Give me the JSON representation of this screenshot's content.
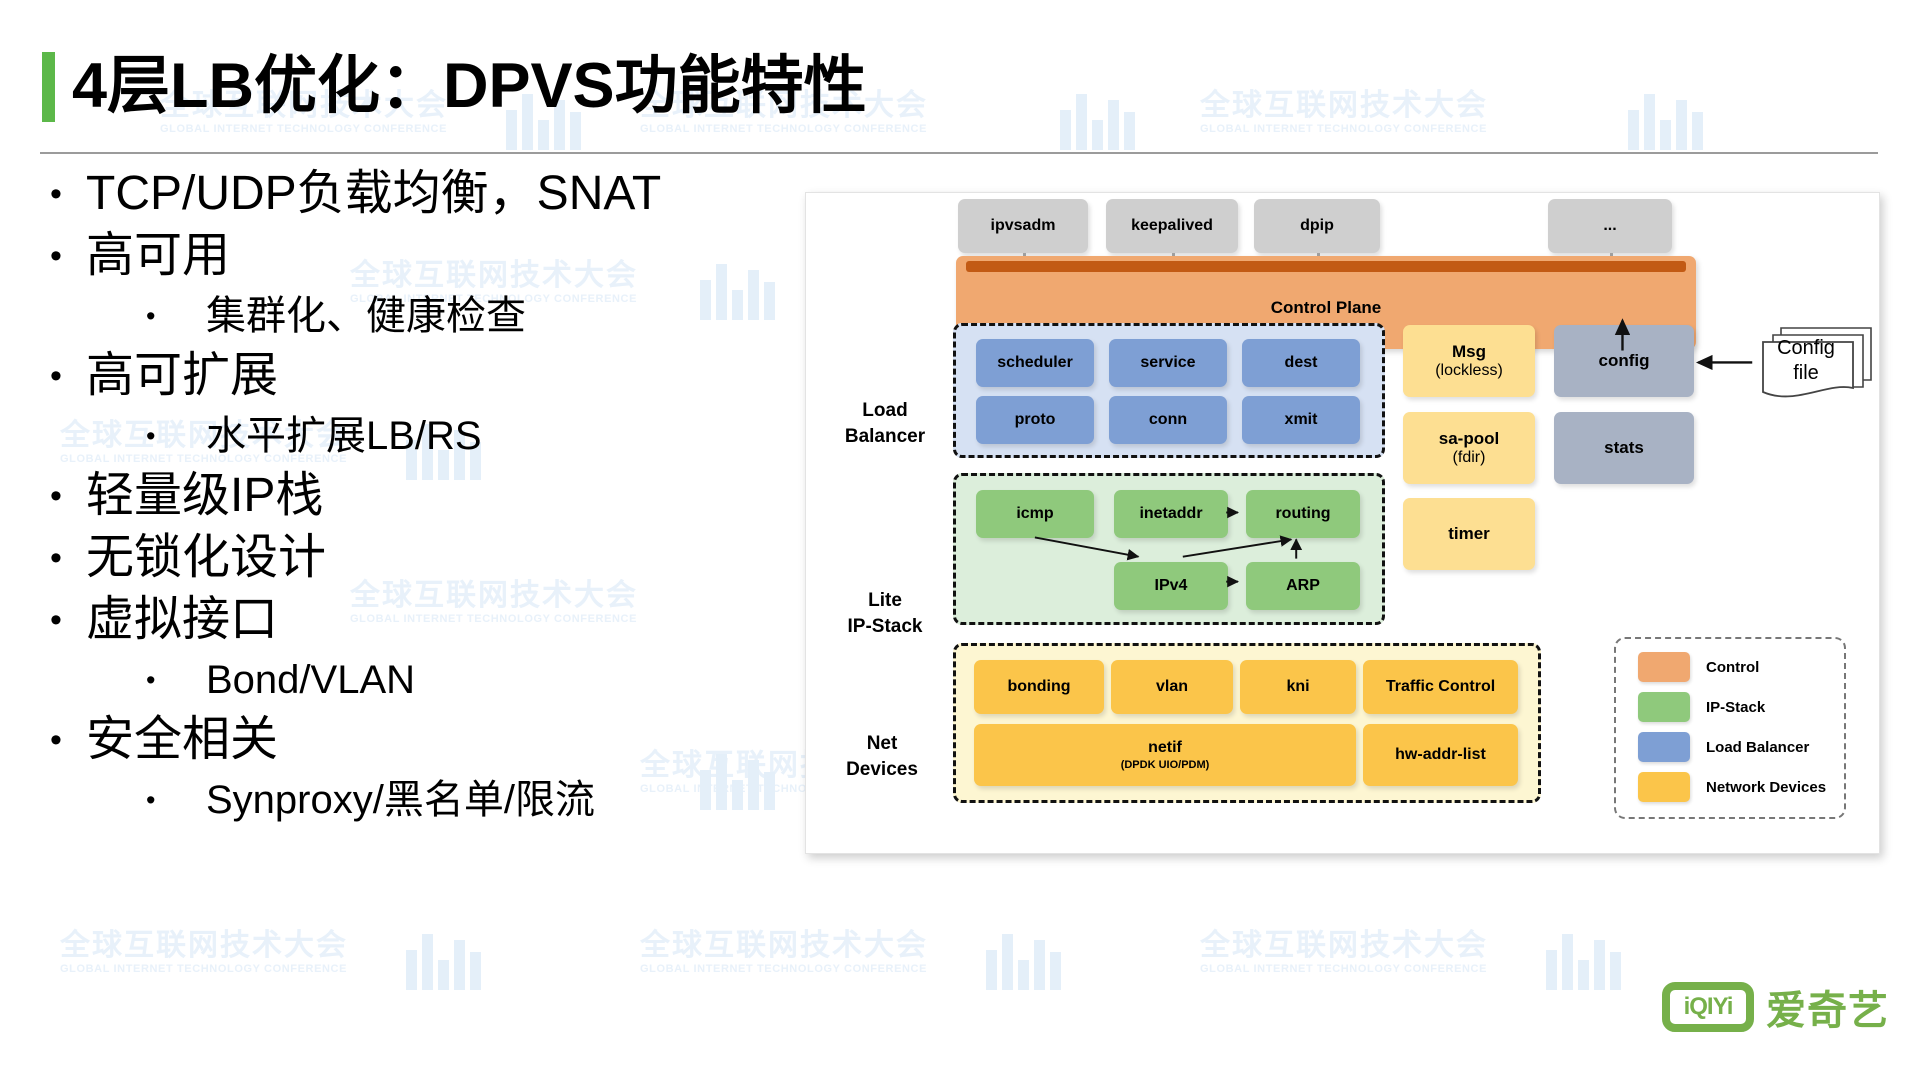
{
  "slide": {
    "title": "4层LB优化：DPVS功能特性",
    "accent_color": "#5cb849",
    "watermark_cn": "全球互联网技术大会",
    "watermark_en": "GLOBAL INTERNET TECHNOLOGY CONFERENCE"
  },
  "bullets": [
    {
      "level": 1,
      "text": "TCP/UDP负载均衡，SNAT"
    },
    {
      "level": 1,
      "text": "高可用"
    },
    {
      "level": 2,
      "text": "集群化、健康检查"
    },
    {
      "level": 1,
      "text": "高可扩展"
    },
    {
      "level": 2,
      "text": "水平扩展LB/RS"
    },
    {
      "level": 1,
      "text": "轻量级IP栈"
    },
    {
      "level": 1,
      "text": "无锁化设计"
    },
    {
      "level": 1,
      "text": "虚拟接口"
    },
    {
      "level": 2,
      "text": "Bond/VLAN"
    },
    {
      "level": 1,
      "text": "安全相关"
    },
    {
      "level": 2,
      "text": "Synproxy/黑名单/限流"
    }
  ],
  "diagram": {
    "tools": [
      "ipvsadm",
      "keepalived",
      "dpip",
      "..."
    ],
    "control_plane": "Control Plane",
    "groups": {
      "load_balancer": {
        "label_line1": "Load",
        "label_line2": "Balancer",
        "boxes": [
          "scheduler",
          "service",
          "dest",
          "proto",
          "conn",
          "xmit"
        ]
      },
      "lite_ip_stack": {
        "label_line1": "Lite",
        "label_line2": "IP-Stack",
        "boxes": [
          "icmp",
          "inetaddr",
          "routing",
          "IPv4",
          "ARP"
        ]
      },
      "net_devices": {
        "label_line1": "Net",
        "label_line2": "Devices",
        "boxes": [
          "bonding",
          "vlan",
          "kni",
          "Traffic Control",
          "hw-addr-list"
        ],
        "netif_name": "netif",
        "netif_sub": "(DPDK UIO/PDM)"
      }
    },
    "side_modules": [
      {
        "name": "Msg",
        "sub": "(lockless)",
        "kind": "yellow"
      },
      {
        "name": "sa-pool",
        "sub": "(fdir)",
        "kind": "yellow"
      },
      {
        "name": "timer",
        "sub": "",
        "kind": "yellow"
      },
      {
        "name": "config",
        "sub": "",
        "kind": "gray"
      },
      {
        "name": "stats",
        "sub": "",
        "kind": "gray"
      }
    ],
    "config_file": {
      "line1": "Config",
      "line2": "file"
    },
    "legend": [
      {
        "label": "Control",
        "color": "#f0a870"
      },
      {
        "label": "IP-Stack",
        "color": "#8fc97c"
      },
      {
        "label": "Load Balancer",
        "color": "#7e9fd4"
      },
      {
        "label": "Network Devices",
        "color": "#fbc54a"
      }
    ]
  },
  "logo": {
    "mark": "iQIYi",
    "name": "爱奇艺",
    "color": "#76b04a"
  }
}
